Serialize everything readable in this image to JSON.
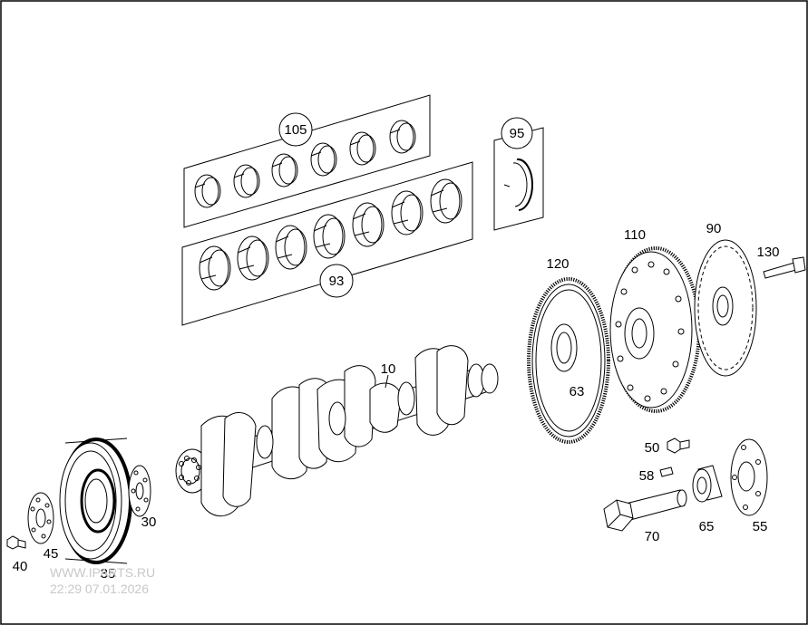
{
  "callouts": {
    "p105": "105",
    "p95": "95",
    "p93": "93",
    "p10": "10",
    "p120": "120",
    "p110": "110",
    "p90": "90",
    "p130": "130",
    "p63": "63",
    "p50": "50",
    "p58": "58",
    "p70": "70",
    "p65": "65",
    "p55": "55",
    "p30": "30",
    "p45": "45",
    "p40": "40",
    "p35": "35"
  },
  "watermark": {
    "site": "WWW.IPARTS.RU",
    "datetime": "22:29 07.01.2026"
  }
}
